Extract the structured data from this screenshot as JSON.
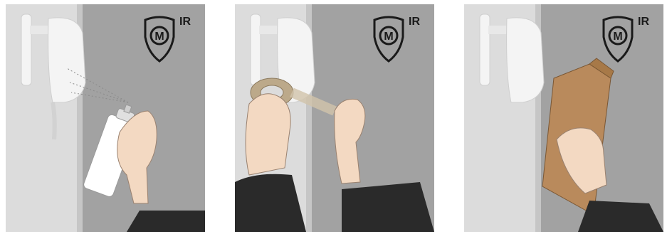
{
  "panels": [
    {
      "caption": "",
      "logo_text": "IR",
      "logo_letter": "M",
      "icons": [
        "shield-m-ir-icon",
        "motion-sensor-icon",
        "spray-can-icon",
        "hand-icon"
      ]
    },
    {
      "caption": "",
      "logo_text": "IR",
      "logo_letter": "M",
      "icons": [
        "shield-m-ir-icon",
        "motion-sensor-icon",
        "tape-roll-icon",
        "hand-icon"
      ]
    },
    {
      "caption": "",
      "logo_text": "IR",
      "logo_letter": "M",
      "icons": [
        "shield-m-ir-icon",
        "motion-sensor-icon",
        "cardboard-box-icon",
        "hand-icon"
      ]
    }
  ],
  "colors": {
    "wall_light": "#dcdcdc",
    "wall_dark": "#a2a2a2",
    "sensor": "#f2f2f2",
    "sleeve": "#2a2a2a",
    "skin": "#f3d9c2",
    "cardboard": "#b98a5c",
    "tape": "#bca98a"
  }
}
